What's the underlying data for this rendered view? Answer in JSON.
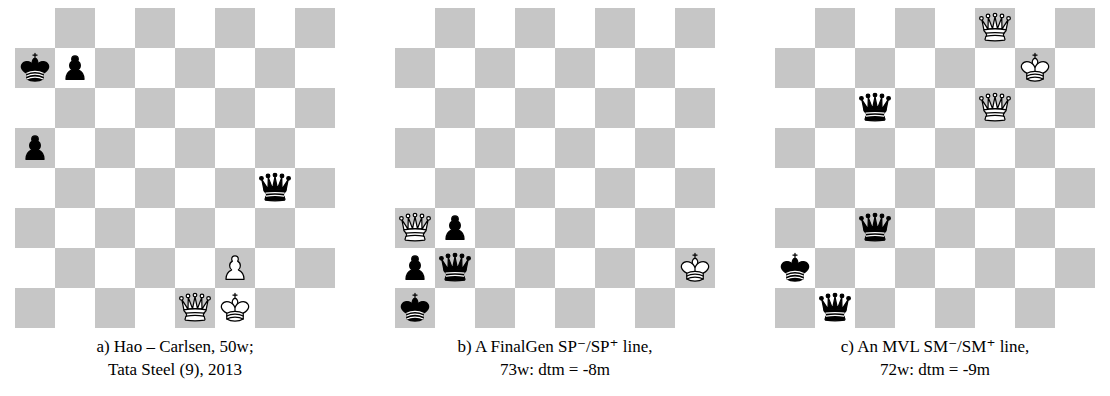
{
  "diagram": {
    "labels": [
      "a) Hao – Carlsen, 50w;",
      "Tata Steel (9), 2013",
      "b) A FinalGen SP⁻/SP⁺ line,",
      "73w: dtm = -8m",
      "c) An MVL SM⁻/SM⁺ line,",
      "72w: dtm = -9m"
    ]
  }
}
